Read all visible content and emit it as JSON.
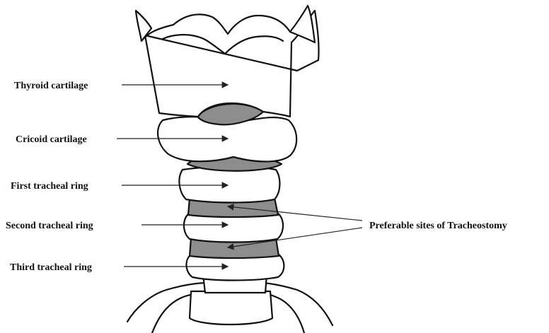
{
  "diagram": {
    "labels": {
      "thyroid": "Thyroid cartilage",
      "cricoid": "Cricoid cartilage",
      "first_ring": "First tracheal ring",
      "second_ring": "Second tracheal ring",
      "third_ring": "Third tracheal ring",
      "preferable": "Preferable sites of Tracheostomy"
    },
    "colors": {
      "outline": "#111111",
      "shaded": "#8d8d8d",
      "background": "#ffffff"
    }
  }
}
